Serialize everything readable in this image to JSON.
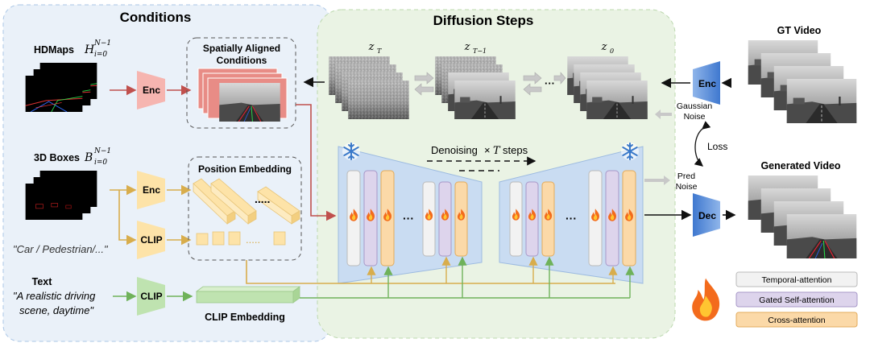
{
  "sections": {
    "conditions": "Conditions",
    "diffusion": "Diffusion Steps"
  },
  "inputs": {
    "hdmaps_label": "HDMaps",
    "hdmaps_math": "H",
    "hdmaps_sup": "N−1",
    "hdmaps_sub": "i=0",
    "boxes_label": "3D Boxes",
    "boxes_math": "B",
    "boxes_sup": "N−1",
    "boxes_sub": "i=0",
    "class_text": "\"Car / Pedestrian/...\"",
    "text_label": "Text",
    "text_line1": "\"A realistic driving",
    "text_line2": "scene, daytime\""
  },
  "modules": {
    "enc": "Enc",
    "clip": "CLIP",
    "dec": "Dec"
  },
  "boxes": {
    "spatial_line1": "Spatially Aligned",
    "spatial_line2": "Conditions",
    "position_embedding": "Position Embedding",
    "clip_embedding": "CLIP Embedding",
    "dots": "....."
  },
  "latents": {
    "zt": "z",
    "zt_sub": "T",
    "zt1": "z",
    "zt1_sub": "T−1",
    "z0": "z",
    "z0_sub": "0"
  },
  "unet": {
    "denoising": "Denoising",
    "times": "×",
    "T": "T",
    "steps": "steps",
    "dots": "···"
  },
  "right": {
    "gt_video": "GT Video",
    "gaussian_line1": "Gaussian",
    "gaussian_line2": "Noise",
    "loss": "Loss",
    "pred_line1": "Pred",
    "pred_line2": "Noise",
    "generated_video": "Generated Video"
  },
  "legend": {
    "temporal": "Temporal-attention",
    "gated": "Gated Self-attention",
    "cross": "Cross-attention"
  },
  "colors": {
    "temporal": "#f2f2f2",
    "gated": "#ddd4ec",
    "cross": "#fbd9a8",
    "enc_hd": "#f6b5b0",
    "enc_pos": "#fde3a8",
    "clip_green": "#bfe3b0",
    "blue_block": "#5b8fd8",
    "conditions_bg": "#eaf1f9",
    "diffusion_bg": "#eaf3e4"
  },
  "icons": [
    "snowflake-icon",
    "fire-icon"
  ]
}
